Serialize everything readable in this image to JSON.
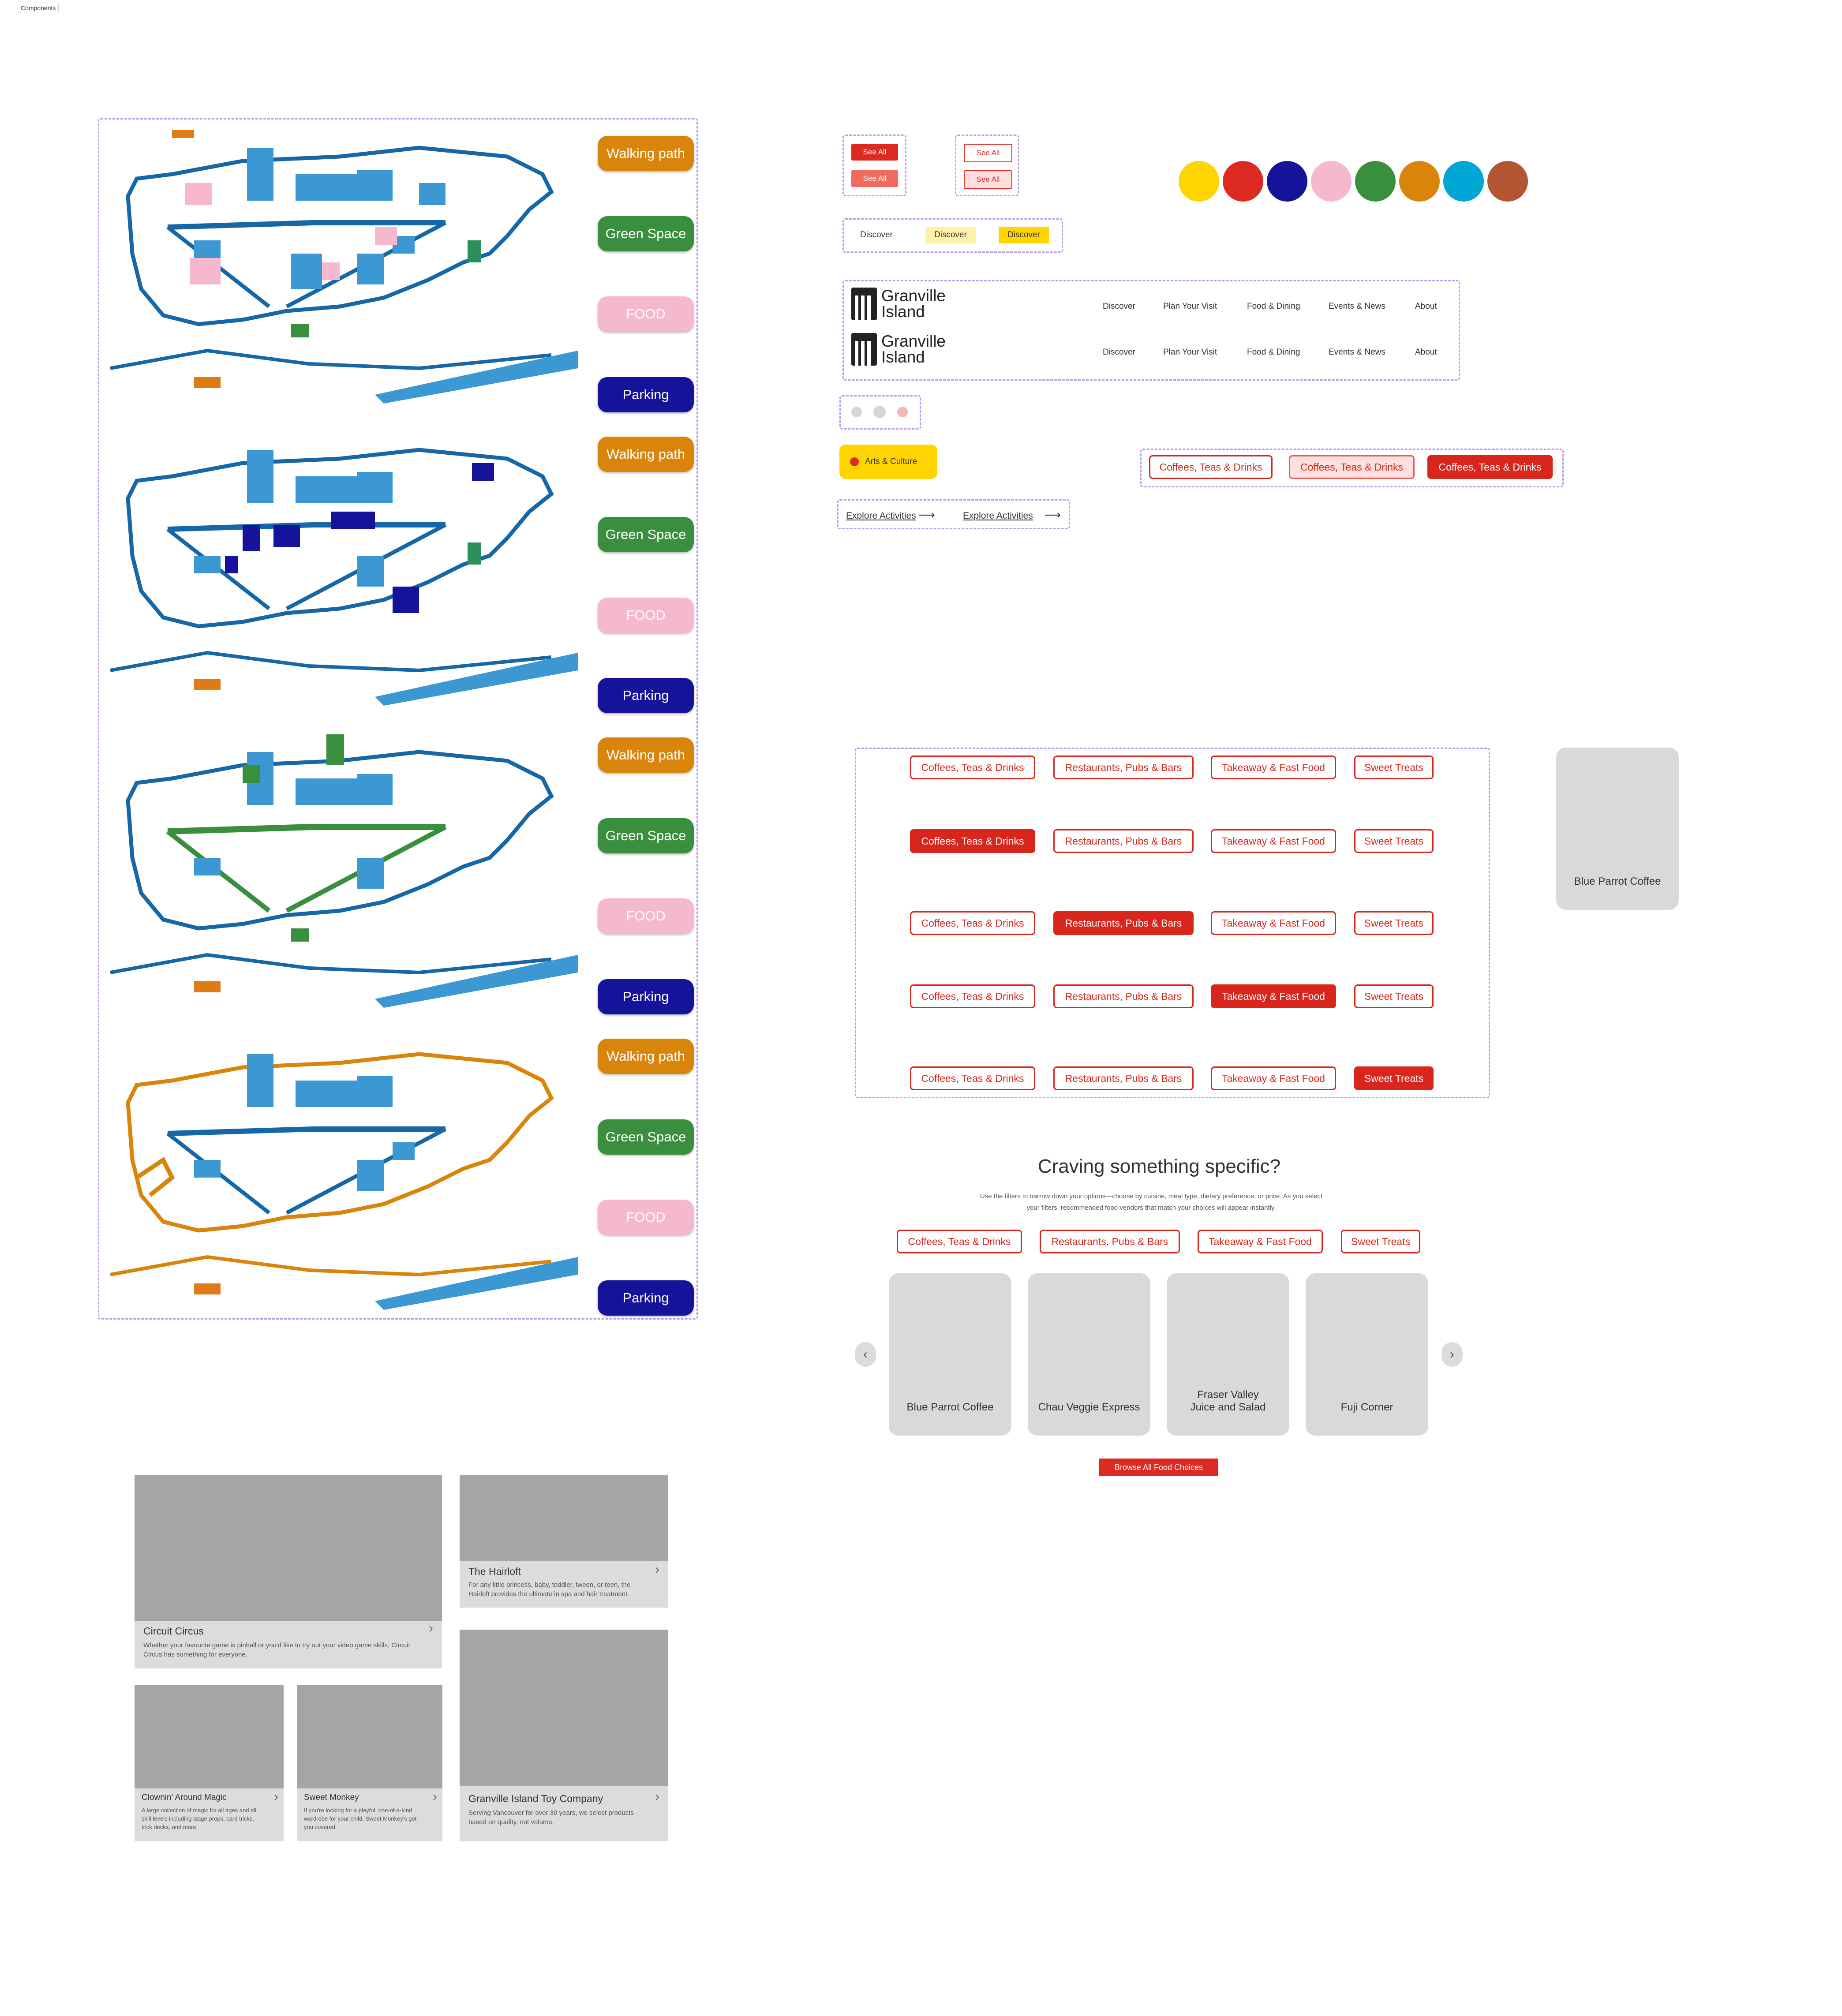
{
  "frame_label": "Components",
  "map_pills": [
    "Walking path",
    "Green Space",
    "FOOD",
    "Parking"
  ],
  "see_all": "See All",
  "discover": "Discover",
  "colors": [
    "#FFD400",
    "#DC2A22",
    "#15139A",
    "#F5B8CF",
    "#3A8F3E",
    "#D9850C",
    "#00A7D6",
    "#B35433"
  ],
  "brand": {
    "line1": "Granville",
    "line2": "Island"
  },
  "nav": [
    "Discover",
    "Plan Your Visit",
    "Food & Dining",
    "Events & News",
    "About"
  ],
  "arts_chip": "Arts & Culture",
  "explore": "Explore Activities",
  "filters": [
    "Coffees, Teas & Drinks",
    "Restaurants, Pubs & Bars",
    "Takeaway & Fast Food",
    "Sweet Treats"
  ],
  "single_card": "Blue Parrot Coffee",
  "section": {
    "title": "Craving something specific?",
    "body": "Use the filters to narrow down your options—choose by cuisine, meal type, dietary preference, or price. As you select your filters, recommended food vendors that match your choices will appear instantly.",
    "cards": [
      "Blue Parrot Coffee",
      "Chau Veggie Express",
      "Fraser Valley Juice and Salad",
      "Fuji Corner"
    ],
    "cta": "Browse All Food Choices"
  },
  "tiles": [
    {
      "title": "Circuit Circus",
      "desc": "Whether your favourite game is pinball or you'd like to try out your video game skills, Circuit Circus has something for everyone."
    },
    {
      "title": "The Hairloft",
      "desc": "For any little princess, baby, toddler, tween, or teen, the Hairloft provides the ultimate in spa and hair treatment."
    },
    {
      "title": "Clownin' Around Magic",
      "desc": "A large collection of magic for all ages and all skill levels including stage props, card tricks, trick decks, and more."
    },
    {
      "title": "Sweet Monkey",
      "desc": "If you're looking for a playful, one-of-a-kind wardrobe for your child, Sweet Monkey's got you covered."
    },
    {
      "title": "Granville Island Toy Company",
      "desc": "Serving Vancouver for over 30 years, we select products based on quality, not volume."
    }
  ]
}
